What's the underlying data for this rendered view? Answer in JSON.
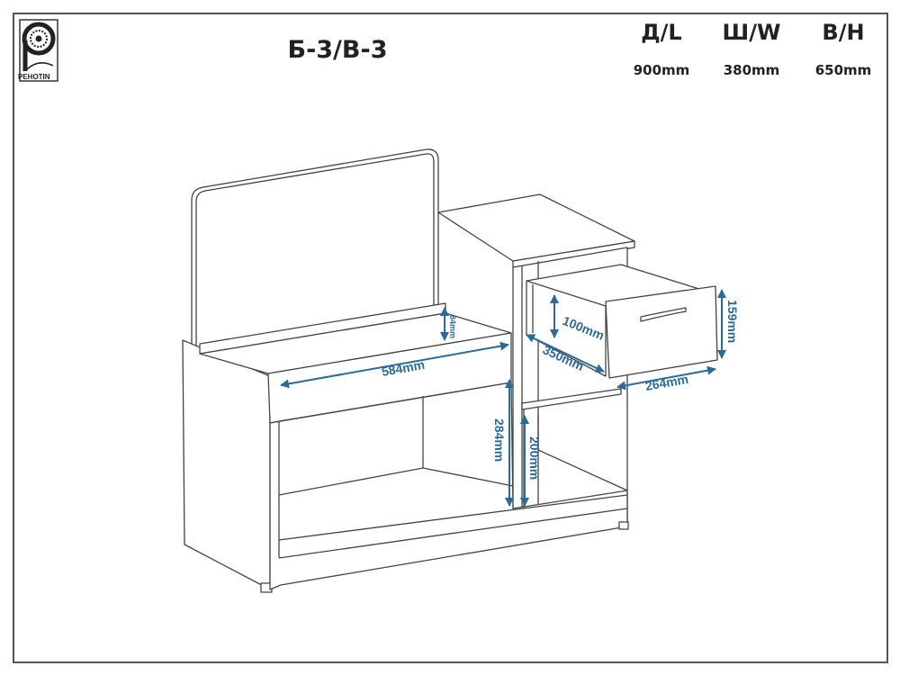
{
  "logo": {
    "text": "PEHOTIN"
  },
  "title": "Б-3/В-3",
  "dimensions": [
    {
      "label": "Д/L",
      "value": "900mm"
    },
    {
      "label": "Ш/W",
      "value": "380mm"
    },
    {
      "label": "В/Н",
      "value": "650mm"
    }
  ],
  "annotations": {
    "seat_length": "584mm",
    "back_ledge": "84mm",
    "niche_height": "284mm",
    "shelf_height": "200mm",
    "drawer_inner_height": "100mm",
    "drawer_depth": "350mm",
    "drawer_width": "264mm",
    "drawer_front_height": "159mm"
  },
  "colors": {
    "dimension": "#2b6a9a",
    "line": "#444444"
  }
}
